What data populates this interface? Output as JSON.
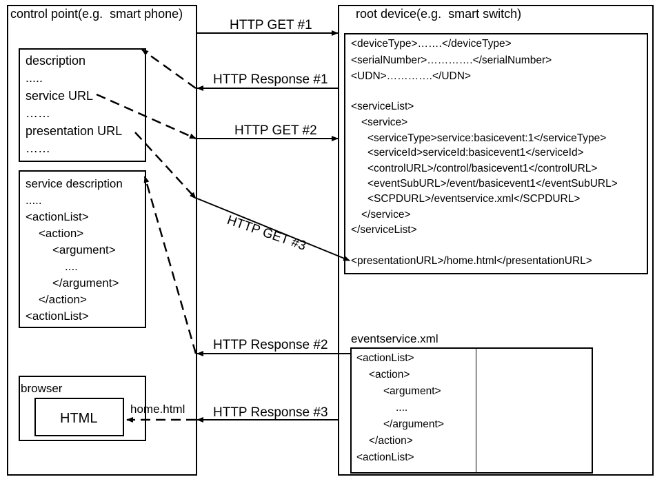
{
  "control_point": {
    "title": "control point(e.g.  smart phone)",
    "description_box": [
      "description",
      ".....",
      "service URL",
      "……",
      "presentation URL",
      "……"
    ],
    "service_box": [
      "service description",
      ".....",
      "<actionList>",
      "<action>",
      "<argument>",
      "....",
      "</argument>",
      "</action>",
      "<actionList>"
    ],
    "browser_label": "browser",
    "html_label": "HTML",
    "home_label": "home.html"
  },
  "root_device": {
    "title": "root device(e.g.  smart switch)",
    "xml_lines": [
      "<deviceType>…….</deviceType>",
      "<serialNumber>………….</serialNumber>",
      "<UDN>………….</UDN>",
      "<serviceList>",
      "<service>",
      "<serviceType>service:basicevent:1</serviceType>",
      "<serviceId>serviceId:basicevent1</serviceId>",
      "<controlURL>/control/basicevent1</controlURL>",
      "<eventSubURL>/event/basicevent1</eventSubURL>",
      "<SCPDURL>/eventservice.xml</SCPDURL>",
      "</service>",
      "</serviceList>",
      "<presentationURL>/home.html</presentationURL>"
    ],
    "eventservice_label": "eventservice.xml",
    "eventservice_lines": [
      "<actionList>",
      "<action>",
      "<argument>",
      "....",
      "</argument>",
      "</action>",
      "<actionList>"
    ]
  },
  "arrows": {
    "get1": "HTTP GET #1",
    "resp1": "HTTP Response #1",
    "get2": "HTTP GET #2",
    "get3": "HTTP GET #3",
    "resp2": "HTTP Response #2",
    "resp3": "HTTP Response #3"
  }
}
